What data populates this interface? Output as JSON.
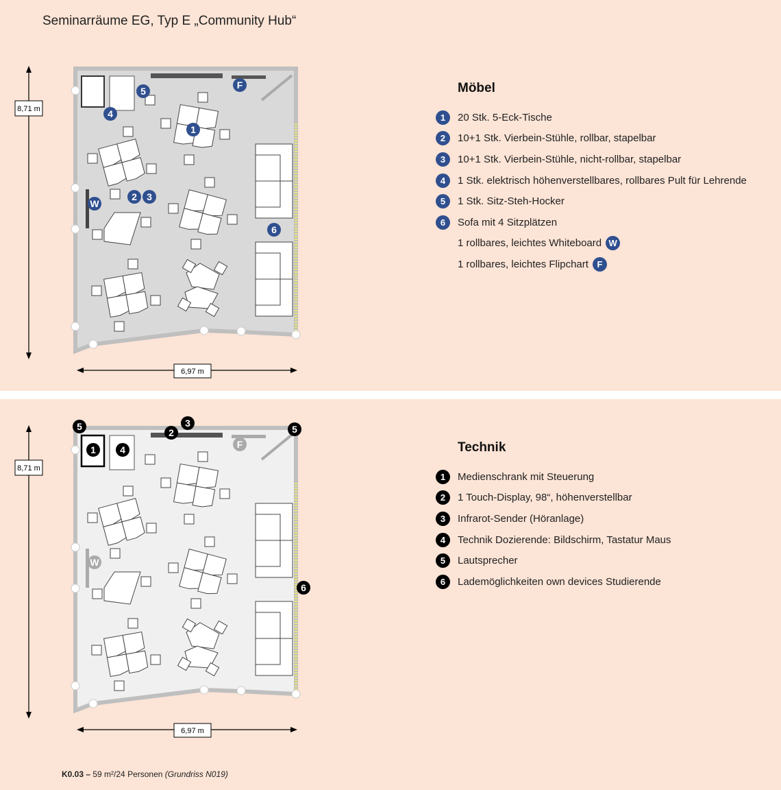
{
  "page": {
    "title": "Seminarräume EG, Typ E „Community Hub“",
    "footer": {
      "room_code": "K0.03 –",
      "area_people": "59 m²/24 Personen",
      "plan_ref": "(Grundriss N019)"
    }
  },
  "plan": {
    "height_label": "8,71 m",
    "width_label": "6,97 m"
  },
  "moebel": {
    "heading": "Möbel",
    "items": [
      {
        "marker": "1",
        "text": "20 Stk. 5-Eck-Tische"
      },
      {
        "marker": "2",
        "text": "10+1 Stk. Vierbein-Stühle, rollbar, stapelbar"
      },
      {
        "marker": "3",
        "text": "10+1 Stk. Vierbein-Stühle, nicht-rollbar, stapelbar"
      },
      {
        "marker": "4",
        "text": "1 Stk. elektrisch höhenverstellbares, rollbares Pult für Lehrende"
      },
      {
        "marker": "5",
        "text": "1 Stk. Sitz-Steh-Hocker"
      },
      {
        "marker": "6",
        "text": "Sofa mit 4 Sitzplätzen"
      },
      {
        "marker": "",
        "text": "1 rollbares, leichtes Whiteboard",
        "trail_marker": "W"
      },
      {
        "marker": "",
        "text": "1 rollbares, leichtes Flipchart",
        "trail_marker": "F"
      }
    ]
  },
  "technik": {
    "heading": "Technik",
    "items": [
      {
        "marker": "1",
        "text": "Medienschrank mit Steuerung"
      },
      {
        "marker": "2",
        "text": "1 Touch-Display, 98“, höhenverstellbar"
      },
      {
        "marker": "3",
        "text": "Infrarot-Sender (Höranlage)"
      },
      {
        "marker": "4",
        "text": "Technik Dozierende: Bildschirm, Tastatur Maus"
      },
      {
        "marker": "5",
        "text": "Lautsprecher"
      },
      {
        "marker": "6",
        "text": "Lademöglichkeiten own devices Studierende"
      }
    ]
  },
  "colors": {
    "background": "#fce4d6",
    "blue_marker": "#2f4f8f",
    "black_marker": "#000000",
    "floor_top": "#d9d9d9",
    "floor_bottom": "#f0f0f0",
    "wall": "#bfbfbf"
  }
}
